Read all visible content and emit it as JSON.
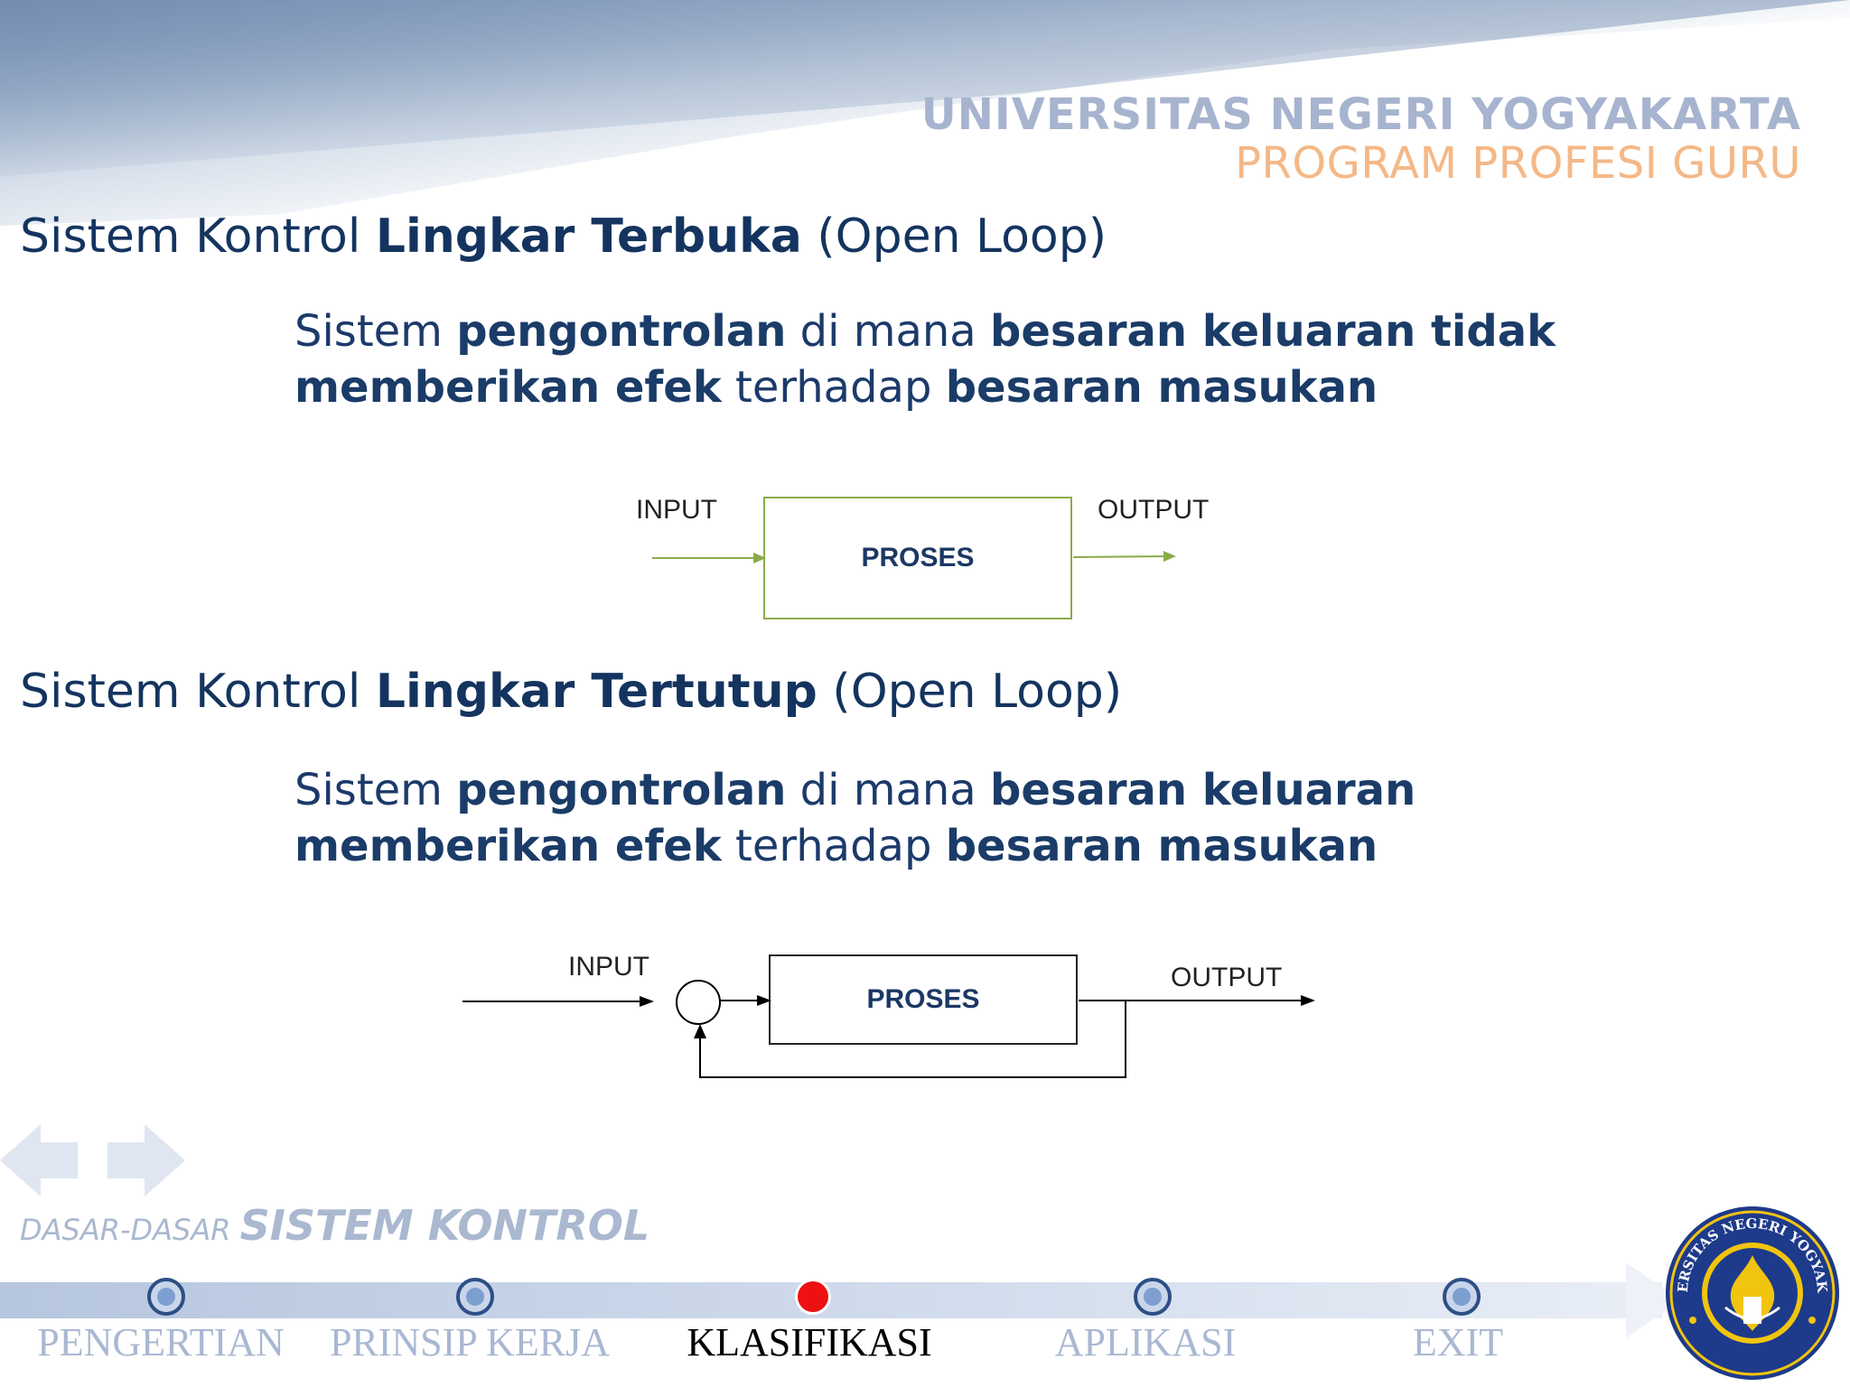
{
  "header": {
    "university": "UNIVERSITAS NEGERI YOGYAKARTA",
    "program": "PROGRAM PROFESI GURU"
  },
  "open_loop": {
    "title_prefix": "Sistem Kontrol ",
    "title_bold": "Lingkar Terbuka",
    "title_suffix": " (Open Loop)",
    "desc": {
      "t1": "Sistem ",
      "b1": "pengontrolan",
      "t2": " di mana ",
      "b2": "besaran keluaran tidak memberikan efek",
      "t3": " terhadap ",
      "b3": "besaran masukan"
    },
    "diagram": {
      "input": "INPUT",
      "process": "PROSES",
      "output": "OUTPUT"
    }
  },
  "closed_loop": {
    "title_prefix": "Sistem Kontrol ",
    "title_bold": "Lingkar Tertutup",
    "title_suffix": " (Open Loop)",
    "desc": {
      "t1": "Sistem ",
      "b1": "pengontrolan",
      "t2": " di mana ",
      "b2": "besaran keluaran memberikan efek",
      "t3": " terhadap ",
      "b3": "besaran masukan"
    },
    "diagram": {
      "input": "INPUT",
      "process": "PROSES",
      "output": "OUTPUT"
    }
  },
  "footer": {
    "title_small": "DASAR-DASAR ",
    "title_big": "SISTEM KONTROL"
  },
  "nav": {
    "items": [
      {
        "label": "PENGERTIAN",
        "active": false
      },
      {
        "label": "PRINSIP KERJA",
        "active": false
      },
      {
        "label": "KLASIFIKASI",
        "active": true
      },
      {
        "label": "APLIKASI",
        "active": false
      },
      {
        "label": "EXIT",
        "active": false
      }
    ]
  },
  "logo": {
    "text": "UNIVERSITAS NEGERI YOGYAKARTA"
  },
  "colors": {
    "title_blue": "#14345f",
    "diagram_green": "#8aab4a",
    "accent_red": "#ee1111",
    "orange": "#f4b887",
    "pale_blue": "#a7b4cf"
  }
}
